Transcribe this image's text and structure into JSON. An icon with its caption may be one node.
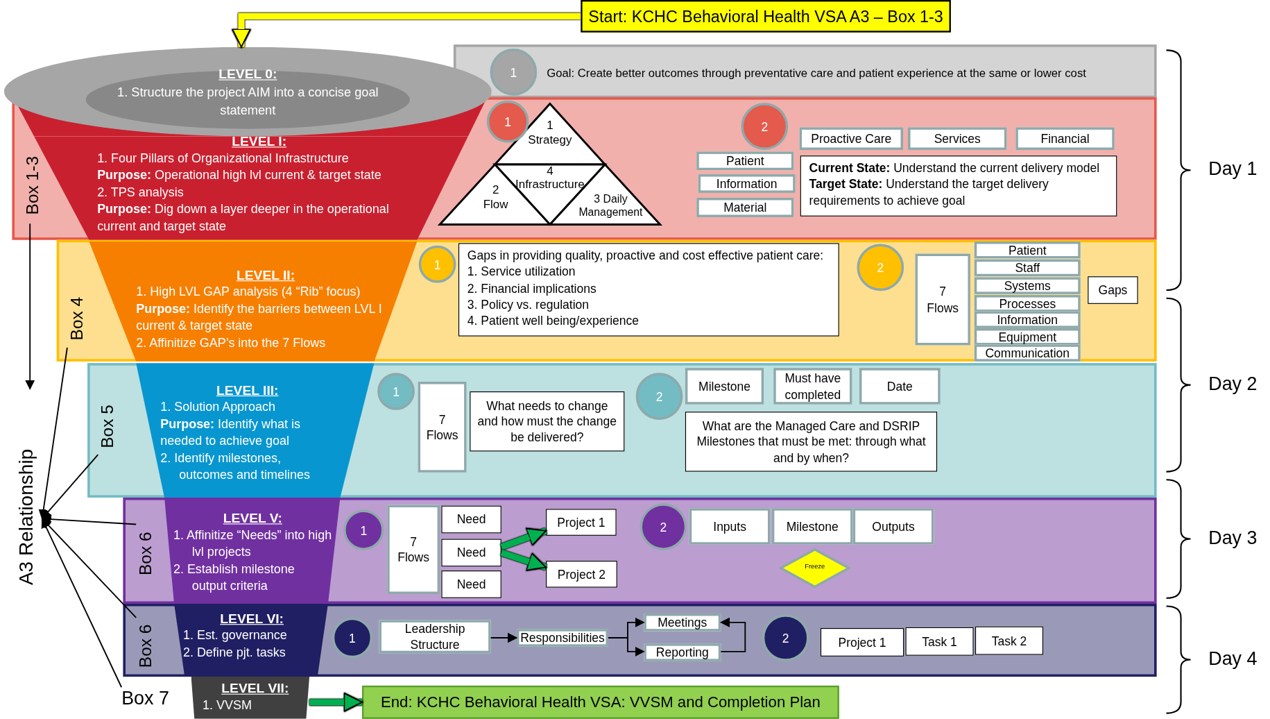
{
  "diagram": {
    "nodes": [
      {
        "text": [
          "Start: KCHC Behavioral Health VSA A3 – Box 1-3"
        ]
      },
      {
        "text": [
          "LEVEL 0:",
          "1. Structure the project AIM into a concise goal statement"
        ]
      },
      {
        "text": [
          "Goal: Create better outcomes through preventative care and patient experience at the same or lower cost"
        ]
      },
      {
        "text": [
          "1"
        ],
        "in": 2
      },
      {
        "text": [
          "Box 1-3"
        ]
      },
      {
        "text": [
          "LEVEL I:",
          "1. Four Pillars of Organizational Infrastructure",
          "**Purpose:** Operational high lvl current & target state",
          "2. TPS analysis",
          "**Purpose:** Dig down a layer deeper in the operational current and target state"
        ],
        "in": 4
      },
      {
        "text": [
          "1"
        ],
        "in": 4
      },
      {
        "text": [
          "1 Strategy"
        ],
        "in": 4
      },
      {
        "text": [
          "4 Infrastructure"
        ],
        "in": 4
      },
      {
        "text": [
          "2 Flow"
        ],
        "in": 4
      },
      {
        "text": [
          "3 Daily Management"
        ],
        "in": 4
      },
      {
        "text": [
          "2"
        ],
        "in": 4
      },
      {
        "text": [
          "Proactive Care"
        ],
        "in": 4
      },
      {
        "text": [
          "Services"
        ],
        "in": 4
      },
      {
        "text": [
          "Financial"
        ],
        "in": 4
      },
      {
        "text": [
          "Patient"
        ],
        "in": 4
      },
      {
        "text": [
          "Information"
        ],
        "in": 4
      },
      {
        "text": [
          "Material"
        ],
        "in": 4
      },
      {
        "text": [
          "**Current State:** Understand the current delivery model",
          "**Target State:** Understand the target delivery requirements to achieve goal"
        ],
        "in": 4
      },
      {
        "text": [
          "Box 4"
        ]
      },
      {
        "text": [
          "LEVEL II:",
          "1. High LVL GAP analysis (4 “Rib” focus)",
          "**Purpose:** Identify the barriers between LVL I current & target state",
          "2. Affinitize GAP’s into the 7 Flows"
        ],
        "in": 19
      },
      {
        "text": [
          "1"
        ],
        "in": 19
      },
      {
        "text": [
          "Gaps in providing quality, proactive and cost effective patient care:",
          "1. Service utilization",
          "2. Financial implications",
          "3. Policy vs. regulation",
          "4. Patient well being/experience"
        ],
        "in": 19
      },
      {
        "text": [
          "2"
        ],
        "in": 19
      },
      {
        "text": [
          "7 Flows"
        ],
        "in": 19
      },
      {
        "text": [
          "Patient"
        ],
        "in": 19
      },
      {
        "text": [
          "Staff"
        ],
        "in": 19
      },
      {
        "text": [
          "Systems"
        ],
        "in": 19
      },
      {
        "text": [
          "Processes"
        ],
        "in": 19
      },
      {
        "text": [
          "Information"
        ],
        "in": 19
      },
      {
        "text": [
          "Equipment"
        ],
        "in": 19
      },
      {
        "text": [
          "Communication"
        ],
        "in": 19
      },
      {
        "text": [
          "Gaps"
        ],
        "in": 19
      },
      {
        "text": [
          "Box 5"
        ]
      },
      {
        "text": [
          "LEVEL III:",
          "1. Solution Approach",
          "**Purpose:** Identify what is needed to achieve goal",
          "2. Identify milestones, outcomes and timelines"
        ],
        "in": 33
      },
      {
        "text": [
          "1"
        ],
        "in": 33
      },
      {
        "text": [
          "7 Flows"
        ],
        "in": 33
      },
      {
        "text": [
          "What needs to change and how must the change be delivered?"
        ],
        "in": 33
      },
      {
        "text": [
          "2"
        ],
        "in": 33
      },
      {
        "text": [
          "Milestone"
        ],
        "in": 33
      },
      {
        "text": [
          "Must have completed"
        ],
        "in": 33
      },
      {
        "text": [
          "Date"
        ],
        "in": 33
      },
      {
        "text": [
          "What are the Managed Care and DSRIP Milestones that must be met: through what and by when?"
        ],
        "in": 33
      },
      {
        "text": [
          "Box 6"
        ]
      },
      {
        "text": [
          "LEVEL V:",
          "1. Affinitize “Needs” into high lvl projects",
          "2. Establish milestone output criteria"
        ],
        "in": 43
      },
      {
        "text": [
          "1"
        ],
        "in": 43
      },
      {
        "text": [
          "7 Flows"
        ],
        "in": 43
      },
      {
        "text": [
          "Need"
        ],
        "in": 43
      },
      {
        "text": [
          "Need"
        ],
        "in": 43
      },
      {
        "text": [
          "Need"
        ],
        "in": 43
      },
      {
        "text": [
          "Project 1"
        ],
        "in": 43
      },
      {
        "text": [
          "Project 2"
        ],
        "in": 43
      },
      {
        "text": [
          "2"
        ],
        "in": 43
      },
      {
        "text": [
          "Inputs"
        ],
        "in": 43
      },
      {
        "text": [
          "Milestone"
        ],
        "in": 43
      },
      {
        "text": [
          "Outputs"
        ],
        "in": 43
      },
      {
        "text": [
          "Freeze"
        ],
        "in": 43
      },
      {
        "text": [
          "Box 6"
        ]
      },
      {
        "text": [
          "LEVEL VI:",
          "1. Est. governance",
          "2. Define pjt. tasks"
        ],
        "in": 57
      },
      {
        "text": [
          "1"
        ],
        "in": 57
      },
      {
        "text": [
          "Leadership Structure"
        ],
        "in": 57
      },
      {
        "text": [
          "Responsibilities"
        ],
        "in": 57
      },
      {
        "text": [
          "Meetings"
        ],
        "in": 57
      },
      {
        "text": [
          "Reporting"
        ],
        "in": 57
      },
      {
        "text": [
          "2"
        ],
        "in": 57
      },
      {
        "text": [
          "Project 1"
        ],
        "in": 57
      },
      {
        "text": [
          "Task 1"
        ],
        "in": 57
      },
      {
        "text": [
          "Task 2"
        ],
        "in": 57
      },
      {
        "text": [
          "LEVEL VII:",
          "1. VVSM"
        ]
      },
      {
        "text": [
          "End: KCHC Behavioral Health VSA: VVSM and Completion Plan"
        ]
      },
      {
        "text": [
          "A3 Relationship"
        ]
      },
      {
        "text": [
          "Box 7"
        ]
      }
    ],
    "edges": [
      {
        "from": 0,
        "to": 1,
        "arrow": "to",
        "style": "thick",
        "color": "#ffff00"
      },
      {
        "from": 4,
        "to": null,
        "arrow": "to"
      },
      {
        "from": 19,
        "to": 70,
        "arrow": "to"
      },
      {
        "from": 33,
        "to": 70,
        "arrow": "to"
      },
      {
        "from": 43,
        "to": 70,
        "arrow": "to"
      },
      {
        "from": 57,
        "to": 70,
        "arrow": "to"
      },
      {
        "from": 71,
        "to": 70,
        "arrow": "to"
      },
      {
        "from": 48,
        "to": 50,
        "arrow": "to",
        "style": "thick",
        "color": "#00b050"
      },
      {
        "from": 48,
        "to": 51,
        "arrow": "to",
        "style": "thick",
        "color": "#00b050"
      },
      {
        "from": 60,
        "to": 61,
        "arrow": "to"
      },
      {
        "from": 61,
        "to": 62,
        "arrow": "to"
      },
      {
        "from": 61,
        "to": 63,
        "arrow": "to"
      },
      {
        "from": 63,
        "to": 62,
        "arrow": "to"
      },
      {
        "from": 68,
        "to": 69,
        "arrow": "to",
        "style": "thick",
        "color": "#00b050"
      }
    ],
    "labels": [
      "Day 1",
      "Day 2",
      "Day 3",
      "Day 4"
    ]
  }
}
